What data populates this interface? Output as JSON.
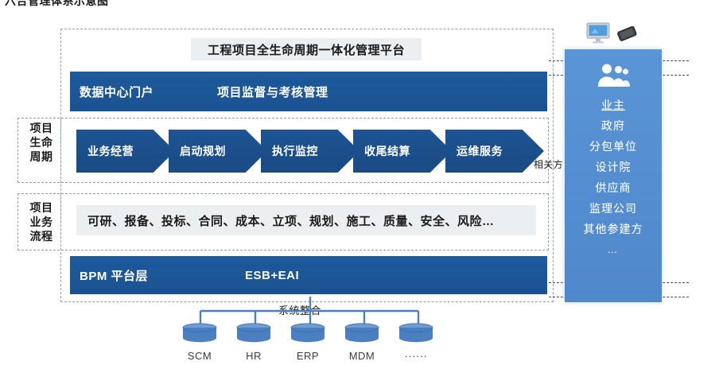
{
  "page": {
    "caption": "六合管理体系示意图"
  },
  "platform": {
    "title": "工程项目全生命周期一体化管理平台",
    "portal_band": {
      "left_label": "数据中心门户",
      "right_label": "项目监督与考核管理"
    },
    "bpm_band": {
      "left_label": "BPM  平台层",
      "right_label": "ESB+EAI"
    }
  },
  "lifecycle": {
    "row_label_lines": [
      "项目",
      "生命",
      "周期"
    ],
    "stages": [
      {
        "label": "业务经营"
      },
      {
        "label": "启动规划"
      },
      {
        "label": "执行监控"
      },
      {
        "label": "收尾结算"
      },
      {
        "label": "运维服务"
      }
    ],
    "side_label": "相关方"
  },
  "business_process": {
    "row_label_lines": [
      "项目",
      "业务",
      "流程"
    ],
    "items_text": "可研、报备、投标、合同、成本、立项、规划、施工、质量、安全、风险…"
  },
  "stakeholders": {
    "device_icons": [
      "monitor-icon",
      "phone-icon"
    ],
    "group_icon": "people-group-icon",
    "items": [
      "业主",
      "政府",
      "分包单位",
      "设计院",
      "供应商",
      "监理公司",
      "其他参建方",
      "…"
    ]
  },
  "systems": {
    "integration_label": "系统整合",
    "nodes": [
      {
        "label": "SCM",
        "icon": "database-icon"
      },
      {
        "label": "HR",
        "icon": "database-icon"
      },
      {
        "label": "ERP",
        "icon": "database-icon"
      },
      {
        "label": "MDM",
        "icon": "database-icon"
      },
      {
        "label": "······",
        "icon": "database-icon"
      }
    ]
  },
  "colors": {
    "band_blue": "#1c5697",
    "chevron_blue": "#1b4f8a",
    "panel_blue": "#5591d3",
    "strip_gray": "#eceff1",
    "dashed_border": "#8d9fb5",
    "db_blue": "#4a7fc1"
  }
}
